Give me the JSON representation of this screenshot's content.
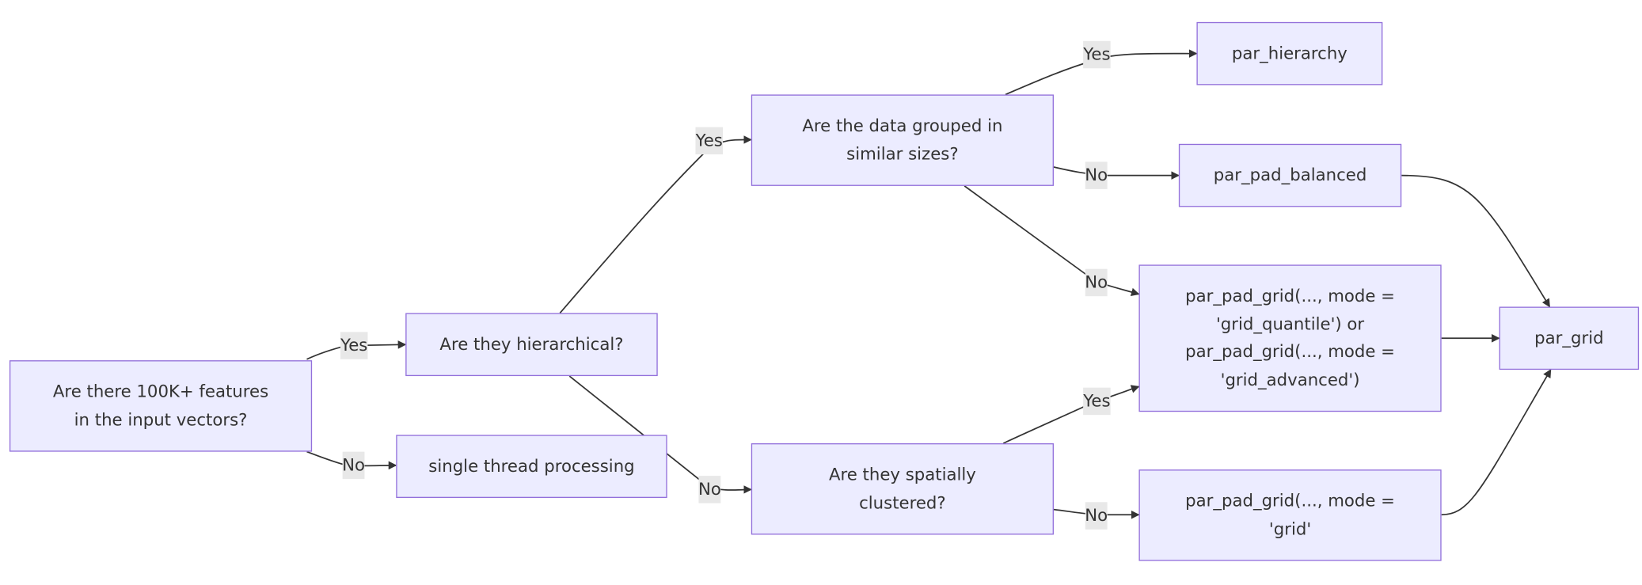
{
  "diagram": {
    "nodes": {
      "q_features": "Are there 100K+ features in the input vectors?",
      "q_hierarchical": "Are they hierarchical?",
      "single_thread": "single thread processing",
      "q_grouped": "Are the data grouped in similar sizes?",
      "q_clustered": "Are they spatially clustered?",
      "par_hierarchy": "par_hierarchy",
      "par_pad_balanced": "par_pad_balanced",
      "grid_quantile": "par_pad_grid(..., mode = 'grid_quantile') or par_pad_grid(..., mode = 'grid_advanced')",
      "grid_mode": "par_pad_grid(..., mode = 'grid'",
      "par_grid": "par_grid"
    },
    "edge_labels": {
      "features_yes": "Yes",
      "features_no": "No",
      "hier_yes": "Yes",
      "hier_no": "No",
      "grouped_yes": "Yes",
      "grouped_no_balanced": "No",
      "grouped_no_grid": "No",
      "clustered_yes": "Yes",
      "clustered_no": "No"
    },
    "colors": {
      "node_fill": "#ececff",
      "node_border": "#9370db",
      "edge": "#333333",
      "label_bg": "#e8e8e8",
      "text": "#333333"
    }
  }
}
